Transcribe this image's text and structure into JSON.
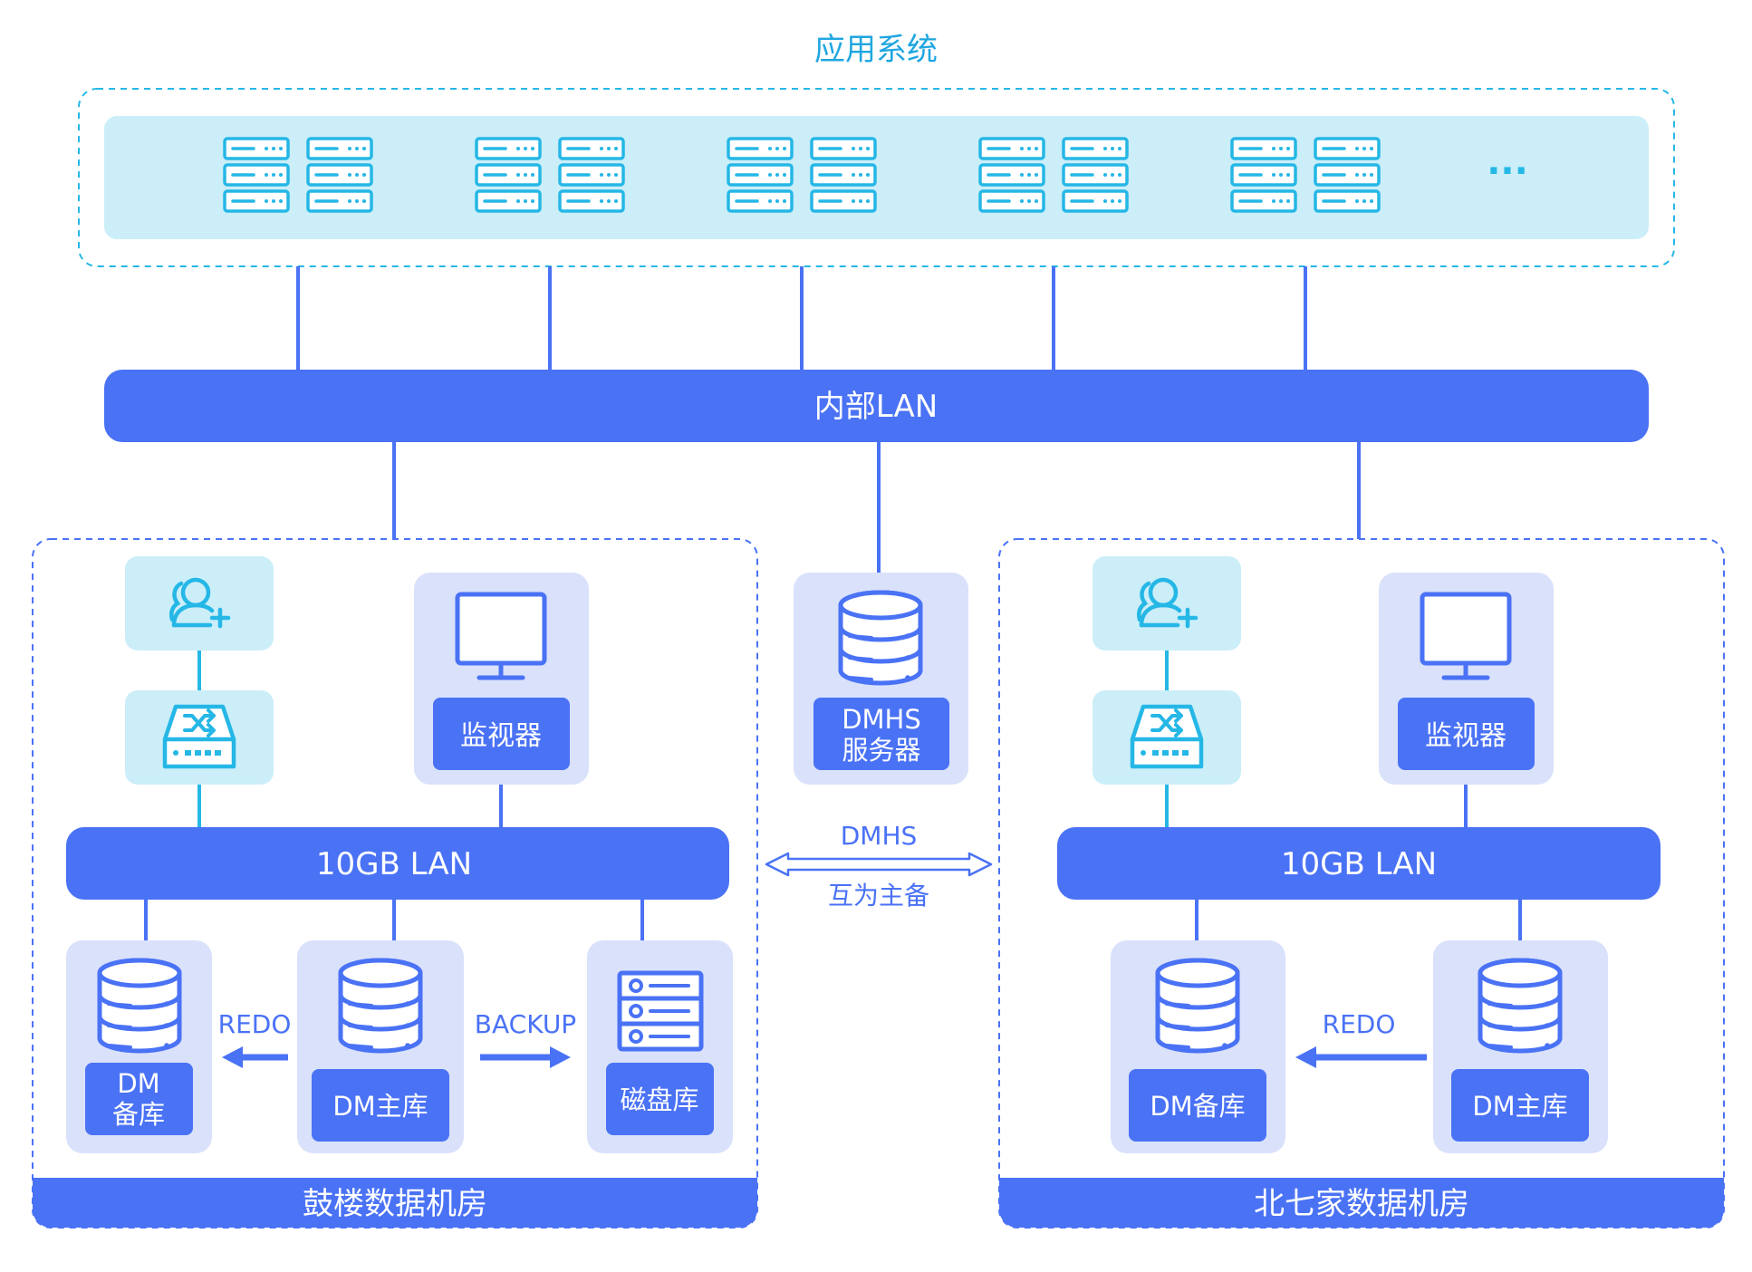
{
  "colors": {
    "primary": "#4a72f5",
    "cyan": "#25b7e6",
    "cyan_bg": "#cbeef9",
    "panel_bg": "#d9e1fb",
    "line": "#4a72f5",
    "title_text": "#1ea6e0",
    "white": "#ffffff"
  },
  "app_system": {
    "title": "应用系统",
    "ellipsis": "···"
  },
  "lan": {
    "internal": "内部LAN",
    "left_10gb": "10GB LAN",
    "right_10gb": "10GB LAN"
  },
  "dmhs": {
    "server_label_1": "DMHS",
    "server_label_2": "服务器",
    "link_top": "DMHS",
    "link_bottom": "互为主备"
  },
  "left_room": {
    "name": "鼓楼数据机房",
    "monitor": "监视器",
    "backup_db_1": "DM",
    "backup_db_2": "备库",
    "primary_db": "DM主库",
    "disk": "磁盘库",
    "redo": "REDO",
    "backup": "BACKUP"
  },
  "right_room": {
    "name": "北七家数据机房",
    "monitor": "监视器",
    "backup_db": "DM备库",
    "primary_db": "DM主库",
    "redo": "REDO"
  },
  "icons": [
    "server-rack-icon",
    "user-add-icon",
    "switch-icon",
    "monitor-icon",
    "database-icon",
    "disk-array-icon",
    "arrow-left-icon",
    "arrow-right-icon",
    "double-arrow-icon"
  ]
}
